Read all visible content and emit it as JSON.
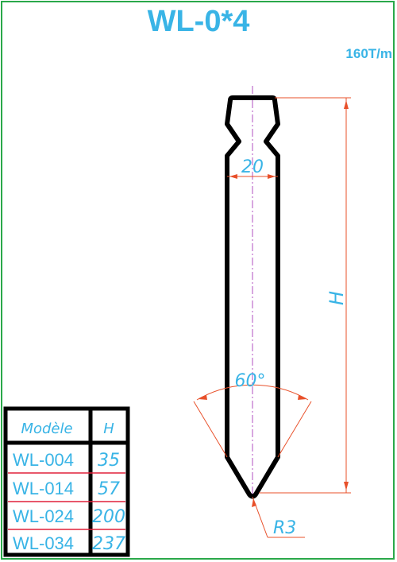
{
  "title": "WL-0*4",
  "capacity": "160T/m",
  "dimensions": {
    "width": "20",
    "height": "H",
    "angle": "60°",
    "radius": "R3"
  },
  "table": {
    "headers": [
      "Modèle",
      "H"
    ],
    "rows": [
      {
        "model": "WL-004",
        "h": "35"
      },
      {
        "model": "WL-014",
        "h": "57"
      },
      {
        "model": "WL-024",
        "h": "200"
      },
      {
        "model": "WL-034",
        "h": "237"
      }
    ]
  },
  "colors": {
    "outline": "#000000",
    "dimension": "#e8502a",
    "text": "#39b4e6",
    "centerline": "#b04fc0",
    "border": "#2aa84a"
  }
}
